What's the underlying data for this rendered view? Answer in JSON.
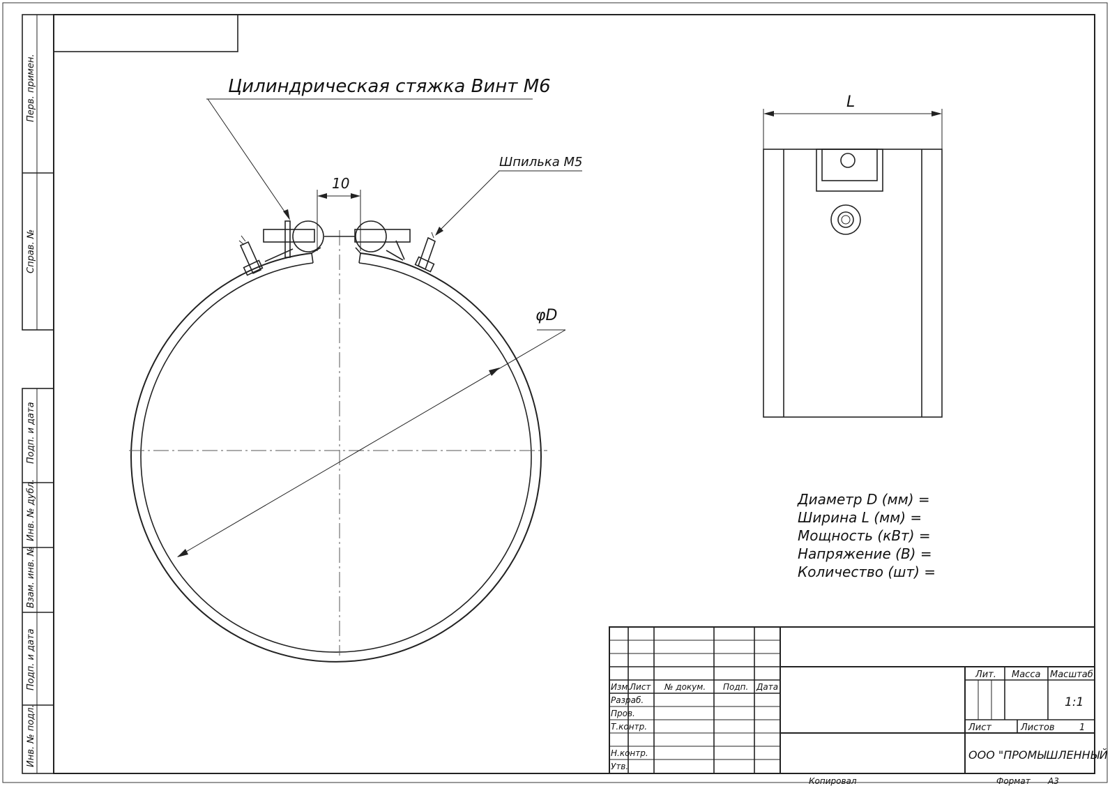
{
  "callouts": {
    "cylinder_label": "Цилиндрическая стяжка Винт М6",
    "stud_label": "Шпилька М5",
    "gap_dim": "10",
    "diameter_dim": "φD",
    "width_dim": "L"
  },
  "specs": [
    "Диаметр D (мм) =",
    "Ширина L (мм) =",
    "Мощность (кВт) =",
    "Напряжение (В) =",
    "Количество (шт) ="
  ],
  "side_stamp": {
    "perv_primen": "Перв. примен.",
    "sprav_no": "Справ. №",
    "podp_data_1": "Подп. и дата",
    "inv_dubl": "Инв. № дубл.",
    "vzam_inv": "Взам. инв. №",
    "podp_data_2": "Подп. и дата",
    "inv_podl": "Инв. № подл."
  },
  "title_block": {
    "col_izm": "Изм.",
    "col_list": "Лист",
    "col_dokum": "№ докум.",
    "col_podp": "Подп.",
    "col_data": "Дата",
    "row_razrab": "Разраб.",
    "row_prov": "Пров.",
    "row_tkontr": "Т.контр.",
    "row_nkontr": "Н.контр.",
    "row_utv": "Утв.",
    "lit": "Лит.",
    "massa": "Масса",
    "masshtab": "Масштаб",
    "scale_value": "1:1",
    "list": "Лист",
    "listov": "Листов",
    "listov_value": "1",
    "company": "ООО \"ПРОМЫШЛЕННЫЙ ТЭН\""
  },
  "footer": {
    "kopiroval": "Копировал",
    "format": "Формат",
    "format_value": "А3"
  }
}
